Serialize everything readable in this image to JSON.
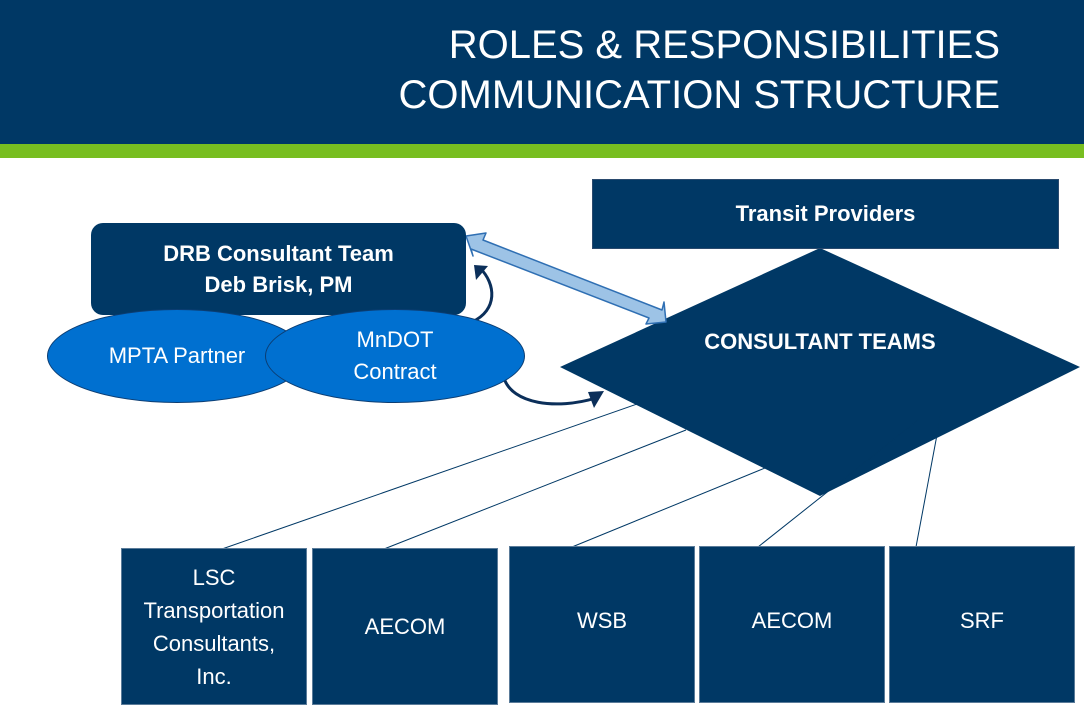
{
  "header": {
    "title_line1": "ROLES & RESPONSIBILITIES",
    "title_line2": "COMMUNICATION STRUCTURE",
    "bg_color": "#003865",
    "accent_color": "#78be20"
  },
  "nodes": {
    "transit_providers": "Transit Providers",
    "drb_team_line1": "DRB Consultant Team",
    "drb_team_line2": "Deb Brisk, PM",
    "mpta_partner": "MPTA Partner",
    "mndot_line1": "MnDOT",
    "mndot_line2": "Contract",
    "consultant_teams": "CONSULTANT TEAMS"
  },
  "teams": [
    {
      "line1": "LSC",
      "line2": "Transportation",
      "line3": "Consultants,",
      "line4": "Inc."
    },
    {
      "label": "AECOM"
    },
    {
      "label": "WSB"
    },
    {
      "label": "AECOM"
    },
    {
      "label": "SRF"
    }
  ],
  "colors": {
    "box": "#003865",
    "ellipse": "#0070d0",
    "arrow_fill": "#9dc3e6"
  }
}
